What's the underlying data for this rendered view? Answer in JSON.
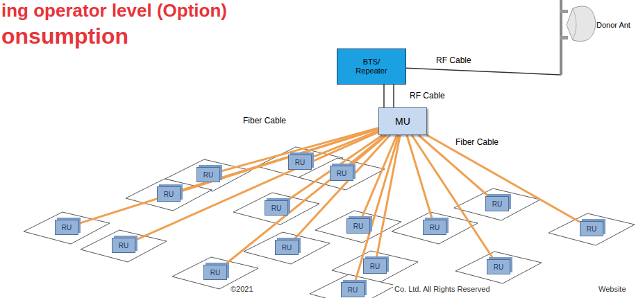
{
  "diagram": {
    "title": "ing operator level (Option)",
    "nodes": [
      {
        "text": [
          "Donor Ant"
        ]
      },
      {
        "text": [
          "BTS/ Repeater"
        ]
      },
      {
        "text": [
          "MU"
        ]
      },
      {
        "text": [
          "RU"
        ]
      },
      {
        "text": [
          "RU"
        ]
      },
      {
        "text": [
          "RU"
        ]
      },
      {
        "text": [
          "RU"
        ]
      },
      {
        "text": [
          "RU"
        ]
      },
      {
        "text": [
          "RU"
        ]
      },
      {
        "text": [
          "RU"
        ]
      },
      {
        "text": [
          "RU"
        ]
      },
      {
        "text": [
          "RU"
        ]
      },
      {
        "text": [
          "RU"
        ]
      },
      {
        "text": [
          "RU"
        ]
      },
      {
        "text": [
          "RU"
        ]
      },
      {
        "text": [
          "RU"
        ]
      },
      {
        "text": [
          "RU"
        ]
      },
      {
        "text": [
          "RU"
        ]
      },
      {
        "text": [
          "RU"
        ]
      }
    ],
    "edges": [
      {
        "from": 0,
        "to": 1,
        "label": "RF Cable",
        "arrow": "none"
      },
      {
        "from": 1,
        "to": 2,
        "label": "RF Cable",
        "arrow": "none"
      },
      {
        "from": 2,
        "to": 3,
        "arrow": "none"
      },
      {
        "from": 2,
        "to": 4,
        "arrow": "none"
      },
      {
        "from": 2,
        "to": 5,
        "arrow": "none"
      },
      {
        "from": 2,
        "to": 6,
        "arrow": "none"
      },
      {
        "from": 2,
        "to": 7,
        "arrow": "none"
      },
      {
        "from": 2,
        "to": 8,
        "arrow": "none"
      },
      {
        "from": 2,
        "to": 9,
        "arrow": "none"
      },
      {
        "from": 2,
        "to": 10,
        "arrow": "none"
      },
      {
        "from": 2,
        "to": 11,
        "arrow": "none"
      },
      {
        "from": 2,
        "to": 12,
        "arrow": "none"
      },
      {
        "from": 2,
        "to": 13,
        "arrow": "none"
      },
      {
        "from": 2,
        "to": 14,
        "arrow": "none"
      },
      {
        "from": 2,
        "to": 15,
        "arrow": "none"
      },
      {
        "from": 2,
        "to": 16,
        "arrow": "none"
      },
      {
        "from": 2,
        "to": 17,
        "arrow": "none"
      },
      {
        "from": 2,
        "to": 18,
        "arrow": "none"
      }
    ],
    "labels": [
      "onsumption",
      "Fiber Cable",
      "Fiber Cable",
      "©2021",
      "Co. Ltd. All Rights Reserved",
      "Website"
    ]
  }
}
